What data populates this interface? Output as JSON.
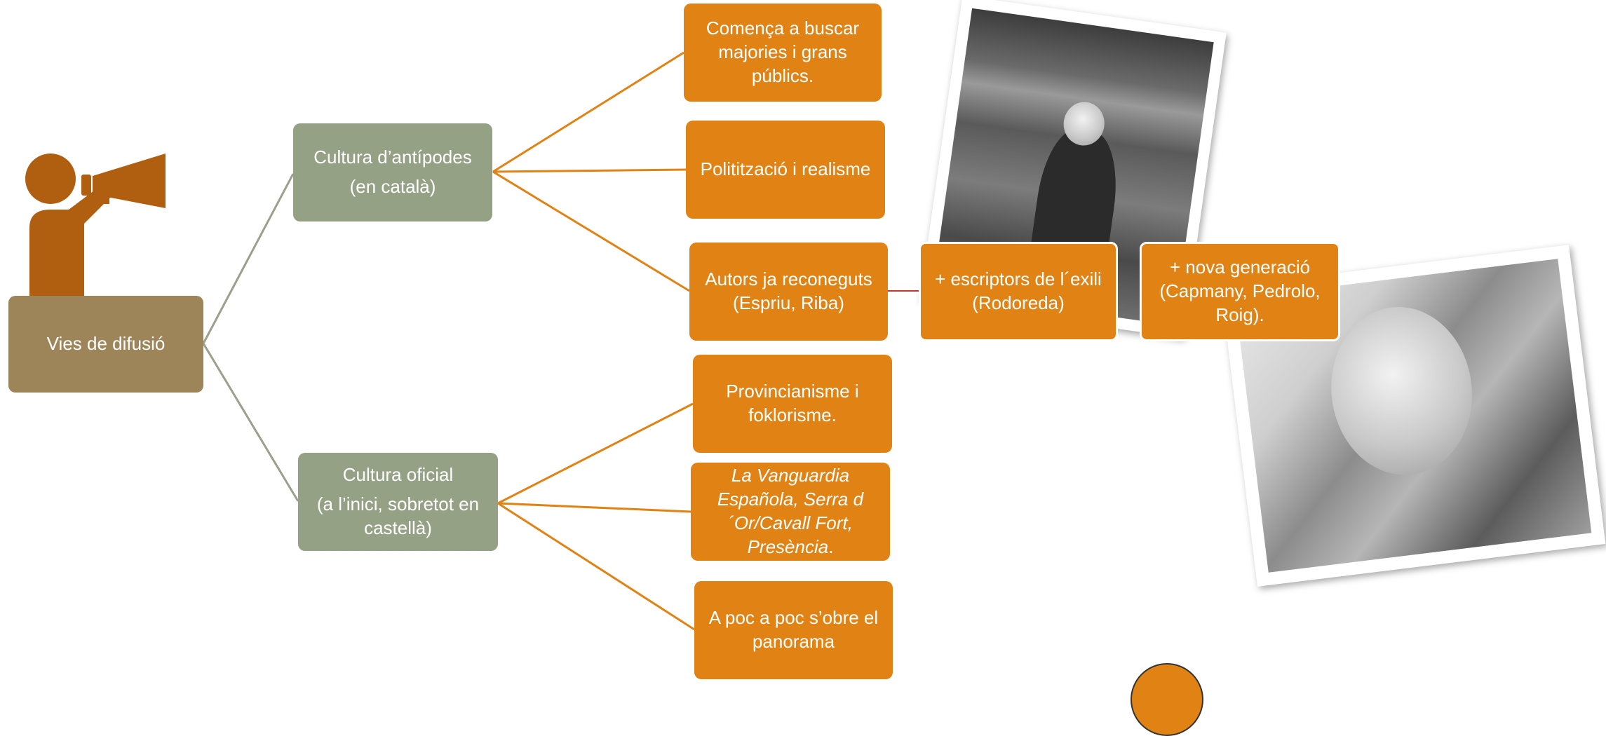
{
  "nodes": {
    "root": "Vies de difusió",
    "antipodes": {
      "line1": "Cultura d’antípodes",
      "line2": "(en català)"
    },
    "oficial": {
      "line1": "Cultura oficial",
      "line2": "(a l’inici, sobretot en castellà)"
    },
    "a1": "Comença a buscar majories i grans públics.",
    "a2": "Politització i realisme",
    "a3": "Autors ja reconeguts (Espriu, Riba)",
    "a3b": "+ escriptors de l´exili (Rodoreda)",
    "a3c": "+ nova generació (Capmany, Pedrolo, Roig).",
    "o1": "Provincianisme i foklorisme.",
    "o2": {
      "italic": "La Vanguardia Española, Serra d´Or/Cavall Fort, Presència",
      "tail": "."
    },
    "o3": "A poc a poc s’obre el panorama"
  },
  "colors": {
    "orange": "#e08214",
    "green": "#95a184",
    "root": "#9d8559",
    "icon": "#b05f10",
    "line_gray": "#9aa08a",
    "line_orange": "#e08214",
    "line_red": "#c0392b"
  },
  "icons": {
    "speaker": "megaphone-person-icon"
  }
}
